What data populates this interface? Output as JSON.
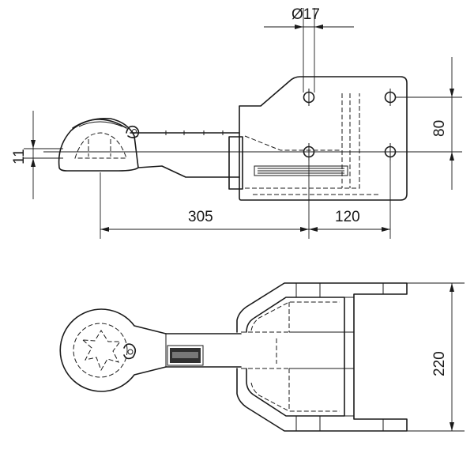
{
  "dimensions": {
    "hole_diameter": "Ø17",
    "hole_spacing_vertical": "80",
    "offset_height": "11",
    "length_main": "305",
    "length_secondary": "120",
    "width_total": "220"
  }
}
